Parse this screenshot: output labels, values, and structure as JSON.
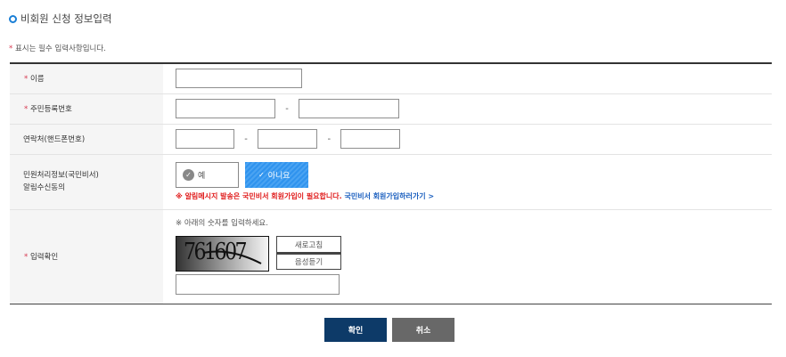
{
  "header": {
    "title": "비회원 신청 정보입력",
    "required_star": "*",
    "required_note": "표시는 필수 입력사항입니다."
  },
  "form": {
    "name": {
      "star": "*",
      "label": "이름",
      "value": ""
    },
    "resident_number": {
      "star": "*",
      "label": "주민등록번호",
      "part1": "",
      "part2": "",
      "separator": "-"
    },
    "phone": {
      "label": "연락처(핸드폰번호)",
      "part1": "",
      "part2": "",
      "part3": "",
      "separator": "-"
    },
    "notification_consent": {
      "label_line1": "민원처리정보(국민비서)",
      "label_line2": "알림수신동의",
      "options": [
        {
          "label": "예",
          "selected": false,
          "icon": "check-circle-icon"
        },
        {
          "label": "아니요",
          "selected": true,
          "icon": "check-icon"
        }
      ],
      "notice": "※ 알림메시지 발송은 국민비서 회원가입이 필요합니다.",
      "link": "국민비서 회원가입하러가기 >"
    },
    "captcha": {
      "star": "*",
      "label": "입력확인",
      "help": "※ 아래의 숫자를 입력하세요.",
      "image_text": "761607",
      "refresh_label": "새로고침",
      "audio_label": "음성듣기",
      "value": ""
    }
  },
  "actions": {
    "confirm_label": "확인",
    "cancel_label": "취소"
  },
  "colors": {
    "accent_blue": "#1a7fd6",
    "selected_option": "#3b9bf0",
    "required_star": "#d6374f",
    "notice_red": "#e01c1c",
    "link_blue": "#1b5fbf",
    "confirm_button": "#0d3a68",
    "cancel_button": "#686868"
  }
}
